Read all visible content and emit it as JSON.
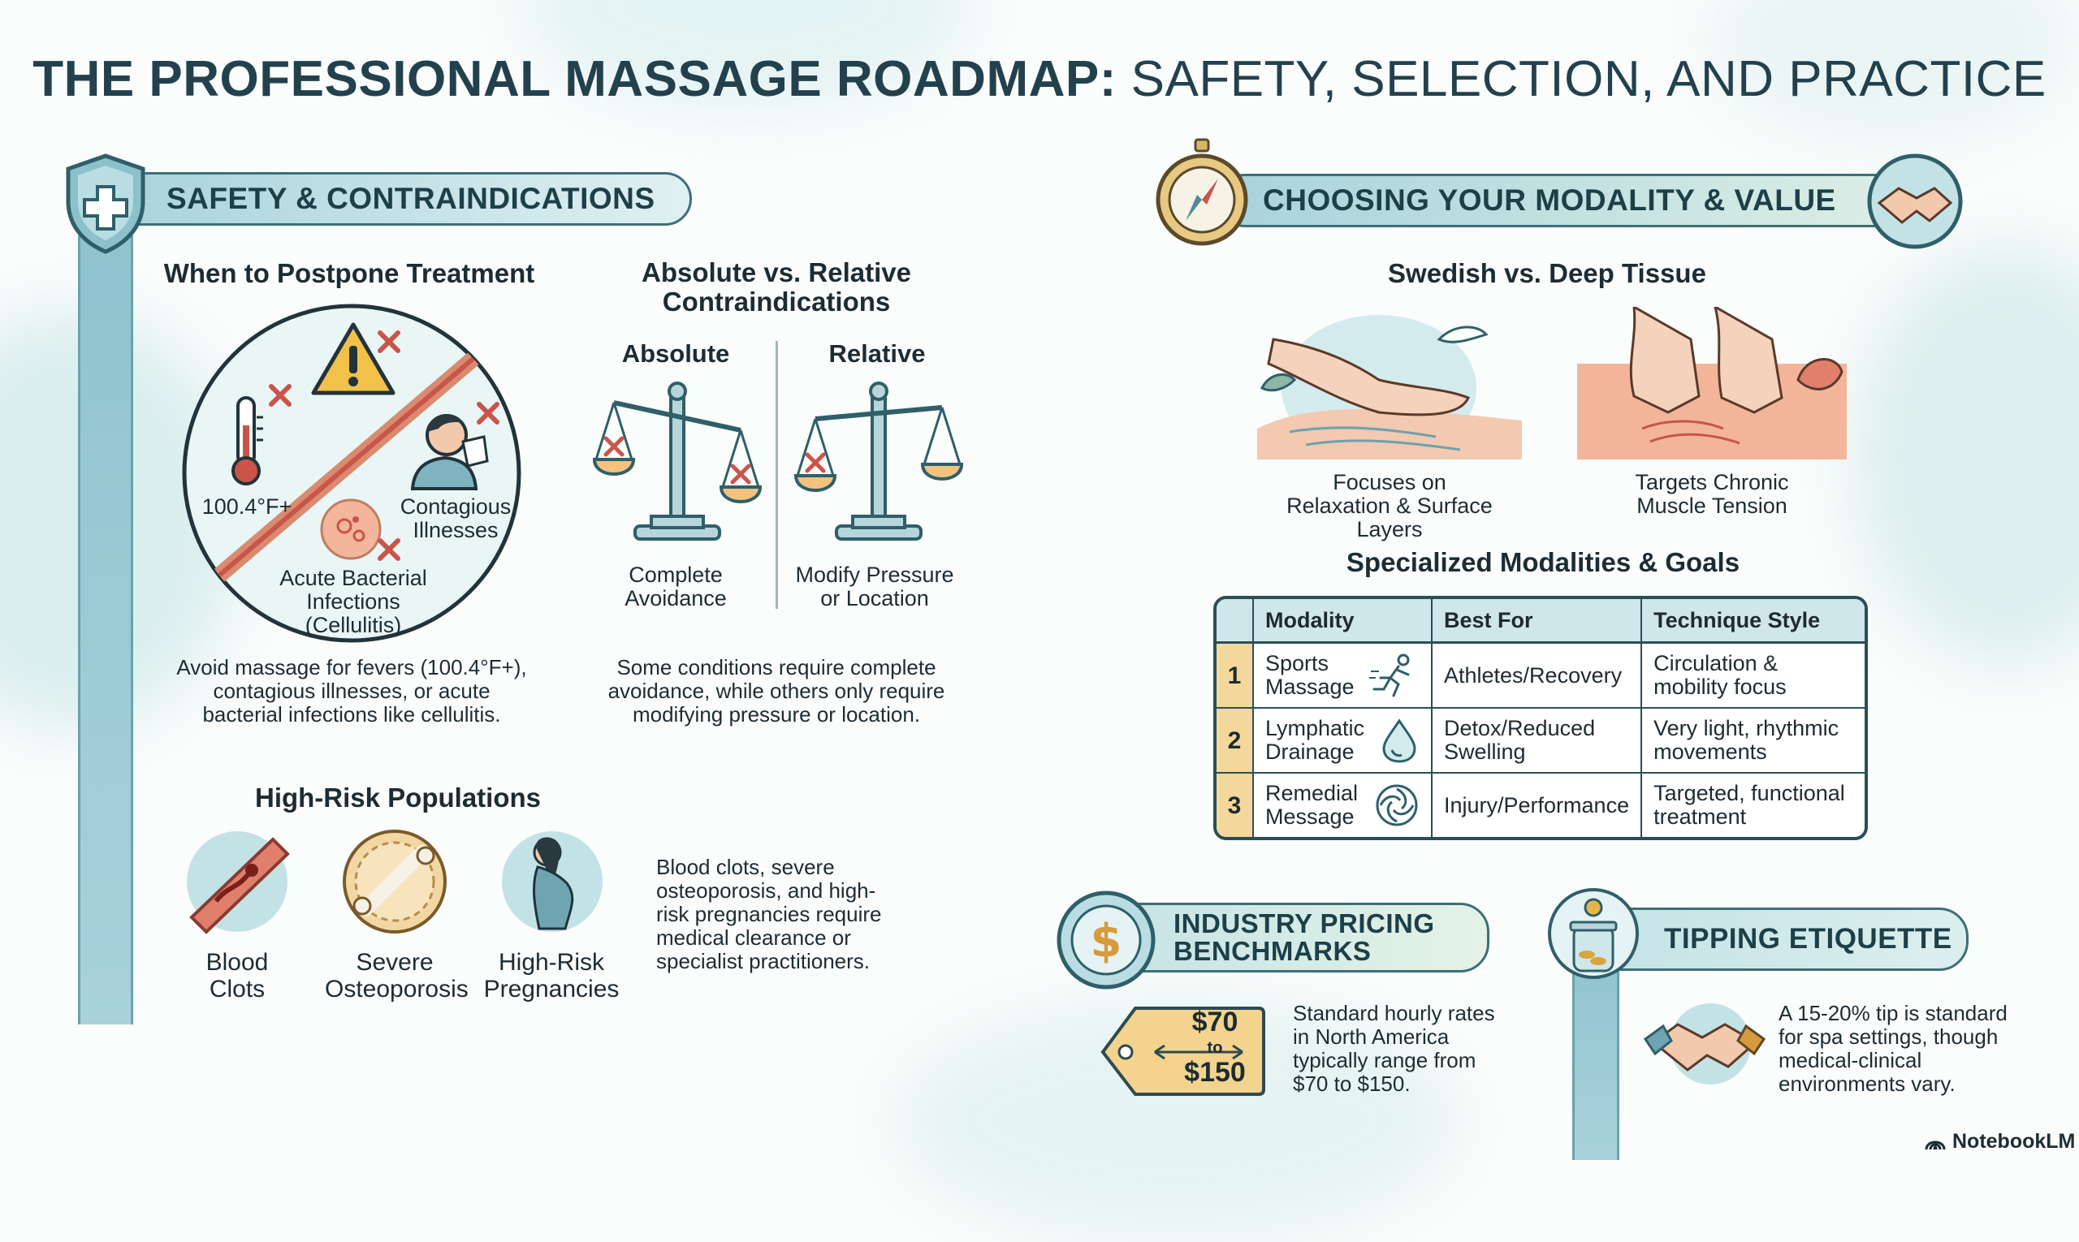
{
  "title": {
    "bold": "THE PROFESSIONAL MASSAGE ROADMAP:",
    "rest": "SAFETY, SELECTION, AND PRACTICE"
  },
  "safety": {
    "banner": "SAFETY & CONTRAINDICATIONS",
    "postpone": {
      "heading": "When to Postpone Treatment",
      "labels": {
        "fever": "100.4°F+",
        "contagious": "Contagious Illnesses",
        "bacterial": "Acute Bacterial Infections (Cellulitis)"
      },
      "text": "Avoid massage for fevers (100.4°F+), contagious illnesses, or acute bacterial infections like cellulitis."
    },
    "absrel": {
      "heading": "Absolute vs. Relative Contraindications",
      "absolute": {
        "title": "Absolute",
        "caption": "Complete Avoidance"
      },
      "relative": {
        "title": "Relative",
        "caption": "Modify Pressure or Location"
      },
      "text": "Some conditions require complete avoidance, while others only require modifying pressure or location."
    },
    "highrisk": {
      "heading": "High-Risk Populations",
      "items": [
        {
          "label": "Blood Clots"
        },
        {
          "label": "Severe Osteoporosis"
        },
        {
          "label": "High-Risk Pregnancies"
        }
      ],
      "text": "Blood clots, severe osteoporosis, and high-risk pregnancies require medical clearance or specialist practitioners."
    }
  },
  "modality": {
    "banner": "CHOOSING YOUR MODALITY & VALUE",
    "compare": {
      "heading": "Swedish vs. Deep Tissue",
      "swedish": "Focuses on Relaxation & Surface Layers",
      "deep": "Targets Chronic Muscle Tension"
    },
    "specialized": {
      "heading": "Specialized Modalities & Goals",
      "columns": [
        "Modality",
        "Best For",
        "Technique Style"
      ],
      "rows": [
        {
          "num": "1",
          "modality": "Sports Massage",
          "icon": "runner-icon",
          "best_for": "Athletes/Recovery",
          "technique": "Circulation & mobility focus"
        },
        {
          "num": "2",
          "modality": "Lymphatic Drainage",
          "icon": "droplet-icon",
          "best_for": "Detox/Reduced Swelling",
          "technique": "Very light, rhythmic movements"
        },
        {
          "num": "3",
          "modality": "Remedial Message",
          "icon": "spiral-icon",
          "best_for": "Injury/Performance",
          "technique": "Targeted, functional treatment"
        }
      ]
    }
  },
  "pricing": {
    "banner": "INDUSTRY PRICING BENCHMARKS",
    "tag": {
      "low": "$70",
      "to": "to",
      "high": "$150"
    },
    "text": "Standard hourly rates in North America typically range from $70 to $150."
  },
  "tipping": {
    "banner": "TIPPING ETIQUETTE",
    "text": "A 15-20% tip is standard for spa settings, though medical-clinical environments vary."
  },
  "brand": "NotebookLM",
  "colors": {
    "teal_dark": "#284f58",
    "teal_light": "#a9d2da",
    "gold": "#f4d79a",
    "warning_red": "#c9554a"
  }
}
